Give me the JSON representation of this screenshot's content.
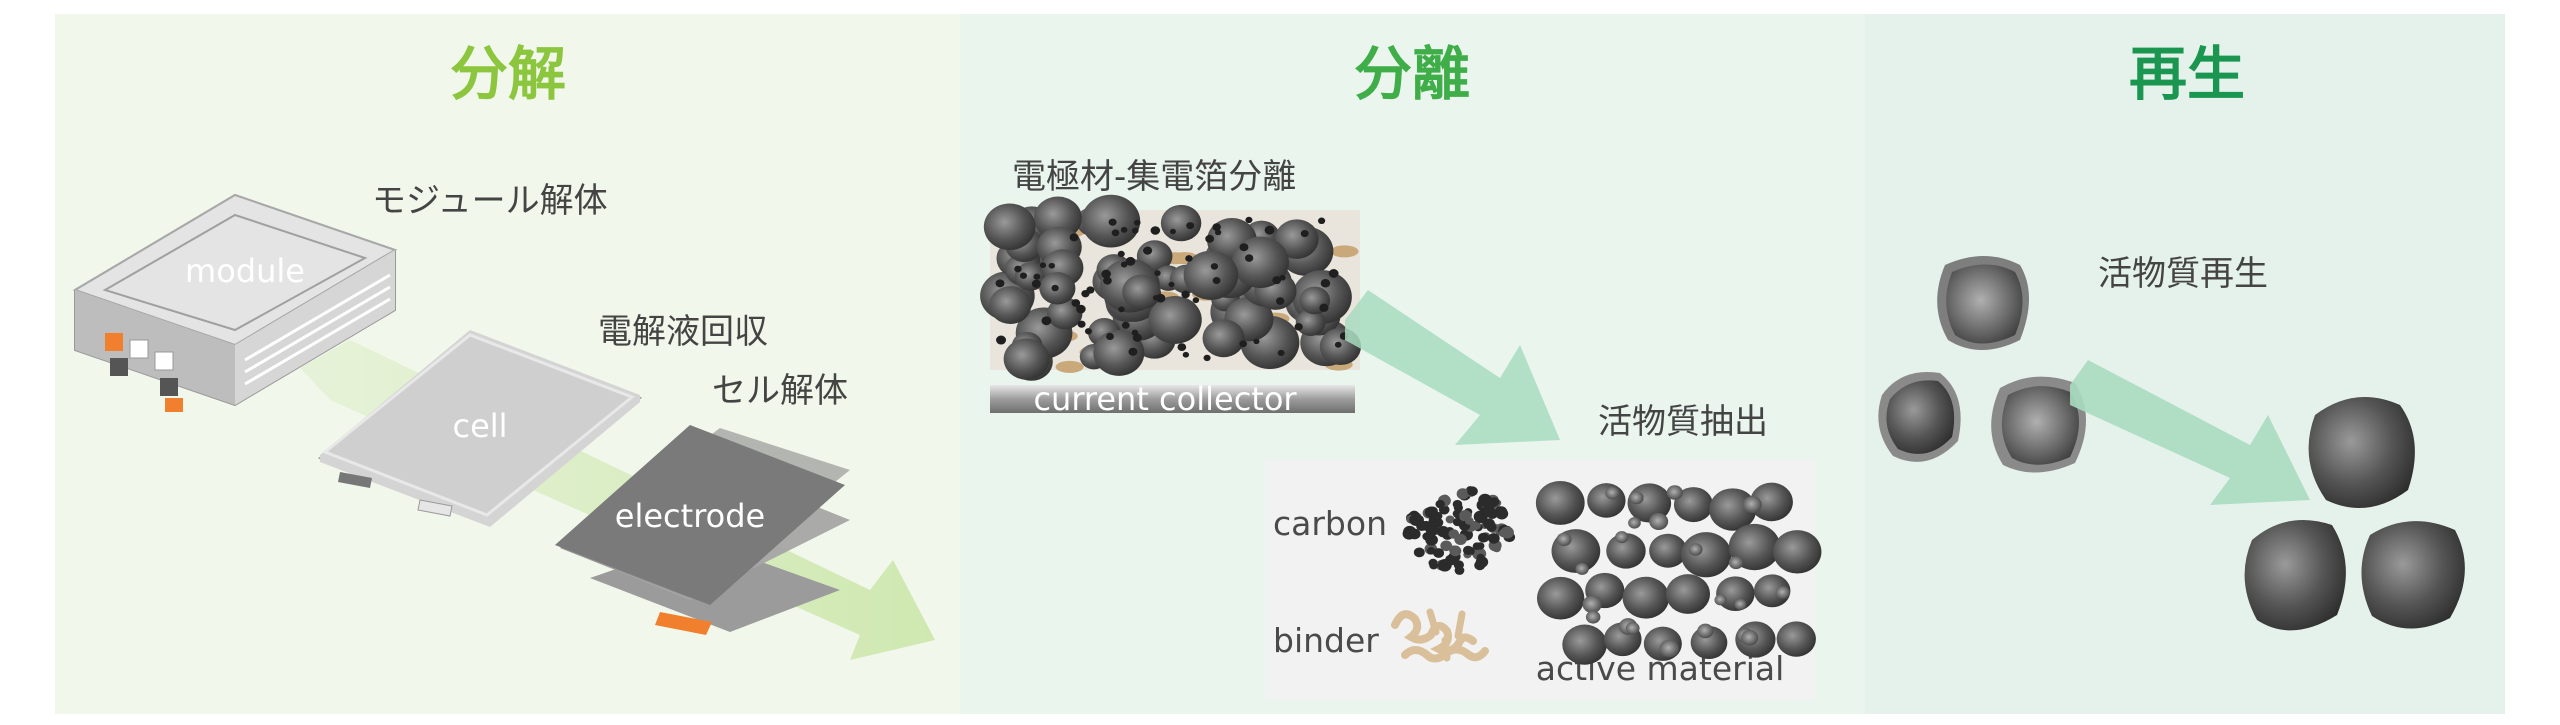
{
  "panels": [
    {
      "title": "分解",
      "title_color": "#8cc63f",
      "bg": "#f1f7ea"
    },
    {
      "title": "分離",
      "title_color": "#3fae49",
      "bg": "#eaf5ee"
    },
    {
      "title": "再生",
      "title_color": "#1a9650",
      "bg": "#e5f2eb"
    }
  ],
  "disassembly": {
    "module_step": "モジュール解体",
    "electrolyte_step": "電解液回収",
    "cell_step": "セル解体",
    "module": "module",
    "cell": "cell",
    "electrode": "electrode"
  },
  "separation": {
    "step": "電極材-集電箔分離",
    "collector": "current collector",
    "extraction": "活物質抽出",
    "carbon": "carbon",
    "binder": "binder",
    "active_material": "active material"
  },
  "regeneration": {
    "step": "活物質再生"
  },
  "colors": {
    "arrow_light": "#cfe8b0",
    "arrow_mint": "#a8dcc0",
    "particle_dark": "#3a3a3a",
    "binder": "#d9bf9a",
    "tab": "#f07f2e"
  }
}
